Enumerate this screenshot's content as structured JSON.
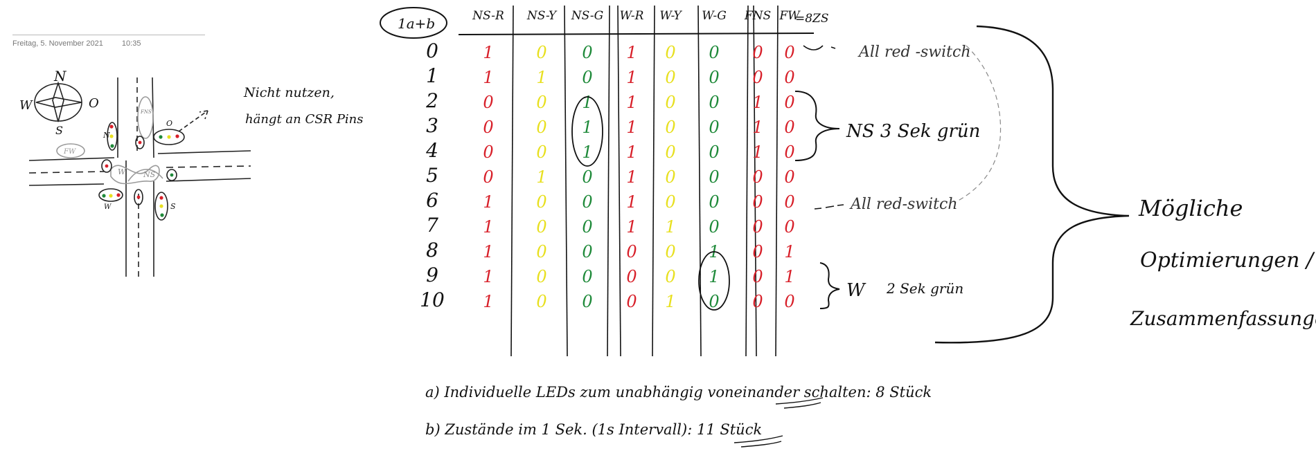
{
  "note_header": {
    "date": "Freitag, 5. November 2021",
    "time": "10:35"
  },
  "sketch": {
    "compass": {
      "n": "N",
      "w": "W",
      "o": "O",
      "s": "S"
    },
    "fns_label": "FNS",
    "fw_label": "FW",
    "lane_labels": [
      "W",
      "NS"
    ],
    "light_labels": {
      "n": "N",
      "o": "O",
      "w": "W",
      "s": "S"
    },
    "annotation": [
      "Nicht nutzen,",
      "hängt an CSR Pins"
    ]
  },
  "table": {
    "corner_label": "1a+b",
    "bits_note": "=8ZS",
    "columns": [
      "NS-R",
      "NS-Y",
      "NS-G",
      "W-R",
      "W-Y",
      "W-G",
      "FNS",
      "FW"
    ],
    "column_colors": [
      "#d8202a",
      "#e8e020",
      "#1f8a3a",
      "#d8202a",
      "#e8e020",
      "#1f8a3a",
      "#d8202a",
      "#d8202a"
    ],
    "row_labels": [
      "0",
      "1",
      "2",
      "3",
      "4",
      "5",
      "6",
      "7",
      "8",
      "9",
      "10"
    ],
    "rows": [
      [
        "1",
        "0",
        "0",
        "1",
        "0",
        "0",
        "0",
        "0"
      ],
      [
        "1",
        "1",
        "0",
        "1",
        "0",
        "0",
        "0",
        "0"
      ],
      [
        "0",
        "0",
        "1",
        "1",
        "0",
        "0",
        "1",
        "0"
      ],
      [
        "0",
        "0",
        "1",
        "1",
        "0",
        "0",
        "1",
        "0"
      ],
      [
        "0",
        "0",
        "1",
        "1",
        "0",
        "0",
        "1",
        "0"
      ],
      [
        "0",
        "1",
        "0",
        "1",
        "0",
        "0",
        "0",
        "0"
      ],
      [
        "1",
        "0",
        "0",
        "1",
        "0",
        "0",
        "0",
        "0"
      ],
      [
        "1",
        "0",
        "0",
        "1",
        "1",
        "0",
        "0",
        "0"
      ],
      [
        "1",
        "0",
        "0",
        "0",
        "0",
        "1",
        "0",
        "1"
      ],
      [
        "1",
        "0",
        "0",
        "0",
        "0",
        "1",
        "0",
        "1"
      ],
      [
        "1",
        "0",
        "0",
        "0",
        "1",
        "0",
        "0",
        "0"
      ]
    ]
  },
  "annotations": {
    "all_red_1": "All red -switch",
    "ns_green": "NS 3 Sek grün",
    "all_red_2": "All red-switch",
    "w_green": "W",
    "w_green_secs": "2 Sek grün",
    "summary": [
      "Mögliche",
      "Optimierungen /",
      "Zusammenfassungen!"
    ]
  },
  "notes": {
    "a": "a) Individuelle LEDs zum unabhängig voneinander schalten: 8 Stück",
    "b": "b) Zustände im 1 Sek. (1s Intervall): 11 Stück"
  }
}
